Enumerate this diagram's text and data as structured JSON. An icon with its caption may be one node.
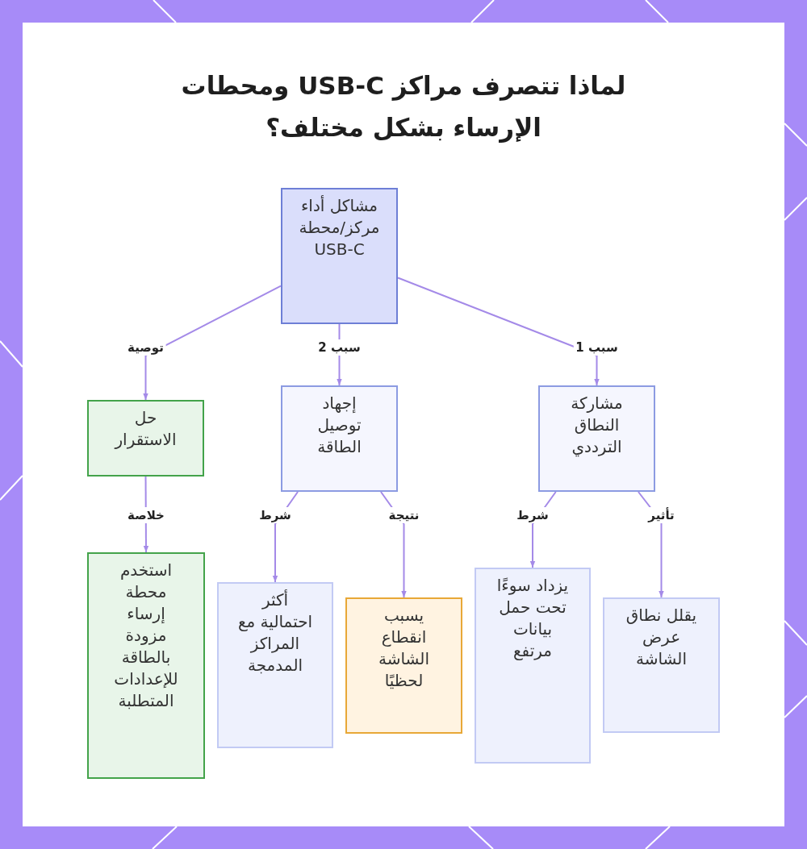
{
  "diagram": {
    "title": "لماذا تتصرف مراكز USB-C ومحطات الإرساء بشكل مختلف؟",
    "nodes": [
      {
        "text": [
          "مشاكل أداء مركز/محطة USB-C"
        ]
      },
      {
        "text": [
          "مشاركة النطاق الترددي"
        ]
      },
      {
        "text": [
          "إجهاد توصيل الطاقة"
        ]
      },
      {
        "text": [
          "حل الاستقرار"
        ]
      },
      {
        "text": [
          "يقلل نطاق عرض الشاشة"
        ]
      },
      {
        "text": [
          "يزداد سوءًا تحت حمل بيانات مرتفع"
        ]
      },
      {
        "text": [
          "يسبب انقطاع الشاشة لحظيًا"
        ]
      },
      {
        "text": [
          "أكثر احتمالية مع المراكز المدمجة"
        ]
      },
      {
        "text": [
          "استخدم محطة إرساء مزودة بالطاقة للإعدادات المتطلبة"
        ]
      }
    ],
    "edges": [
      {
        "from": 0,
        "to": 1,
        "arrow": "to",
        "label": "سبب 1"
      },
      {
        "from": 0,
        "to": 2,
        "arrow": "to",
        "label": "سبب 2"
      },
      {
        "from": 0,
        "to": 3,
        "arrow": "to",
        "label": "توصية"
      },
      {
        "from": 1,
        "to": 4,
        "arrow": "to",
        "label": "تأثير"
      },
      {
        "from": 1,
        "to": 5,
        "arrow": "to",
        "label": "شرط"
      },
      {
        "from": 2,
        "to": 6,
        "arrow": "to",
        "label": "نتيجة"
      },
      {
        "from": 2,
        "to": 7,
        "arrow": "to",
        "label": "شرط"
      },
      {
        "from": 3,
        "to": 8,
        "arrow": "to",
        "label": "خلاصة"
      }
    ]
  }
}
